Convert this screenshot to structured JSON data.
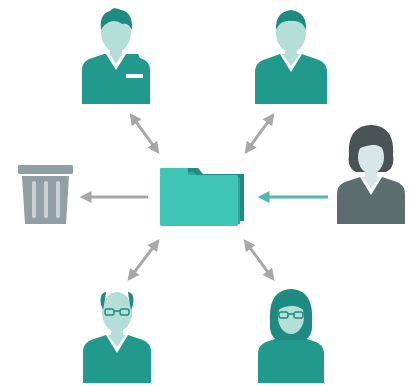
{
  "colors": {
    "teal_dark": "#21998c",
    "teal_mid": "#2ca79a",
    "teal_folder": "#3fc4b6",
    "teal_folder_back": "#1f8b80",
    "skin": "#b4ded8",
    "hair_dark": "#1f8b80",
    "gray_person_body": "#5c6d70",
    "gray_person_hair": "#4a5254",
    "gray_person_skin": "#d8e6e7",
    "trash_body": "#8f9fa3",
    "trash_stripe": "#c7d0d2",
    "arrow_gray": "#a8a8a8",
    "arrow_teal": "#54b7ae",
    "shirt_white": "#ffffff"
  },
  "nodes": {
    "center": {
      "icon": "shared-folder-icon"
    },
    "people": [
      {
        "name": "person-top-left",
        "icon": "man-with-badge-icon",
        "relation": "bidirectional"
      },
      {
        "name": "person-top-right",
        "icon": "man-with-collar-icon",
        "relation": "bidirectional"
      },
      {
        "name": "person-right",
        "icon": "woman-gray-icon",
        "relation": "incoming"
      },
      {
        "name": "person-bottom-left",
        "icon": "older-man-glasses-icon",
        "relation": "bidirectional"
      },
      {
        "name": "person-bottom-right",
        "icon": "woman-glasses-icon",
        "relation": "bidirectional"
      }
    ],
    "trash": {
      "icon": "trash-can-icon",
      "relation": "outgoing"
    }
  }
}
